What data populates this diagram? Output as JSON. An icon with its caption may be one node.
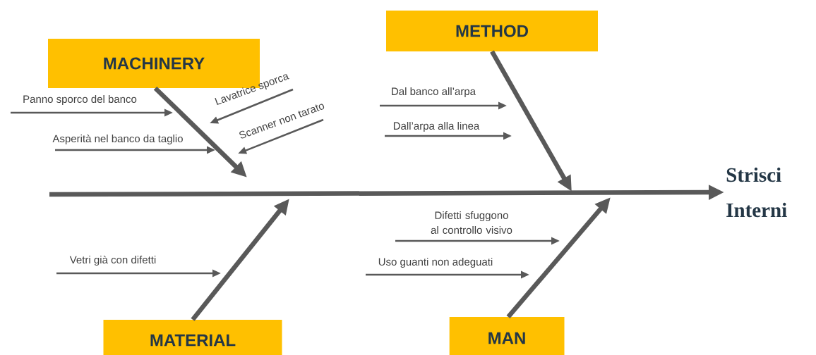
{
  "diagram": {
    "nodes": [
      {
        "text": [
          "MACHINERY"
        ]
      },
      {
        "text": [
          "METHOD"
        ]
      },
      {
        "text": [
          "MATERIAL"
        ]
      },
      {
        "text": [
          "MAN"
        ]
      },
      {
        "text": [
          "Strisci Interni"
        ]
      },
      {
        "text": [
          "Panno sporco del banco"
        ]
      },
      {
        "text": [
          "Asperità nel banco da taglio"
        ]
      },
      {
        "text": [
          "Lavatrice sporca"
        ]
      },
      {
        "text": [
          "Scanner non tarato"
        ]
      },
      {
        "text": [
          "Dal banco all’arpa"
        ]
      },
      {
        "text": [
          "Dall’arpa alla linea"
        ]
      },
      {
        "text": [
          "Vetri già con difetti"
        ]
      },
      {
        "text": [
          "Difetti sfuggono al controllo visivo"
        ]
      },
      {
        "text": [
          "Uso guanti non adeguati"
        ]
      }
    ],
    "edges": [
      {
        "from": null,
        "to": 4,
        "arrow": "to",
        "style": "thick"
      },
      {
        "from": 0,
        "to": null,
        "arrow": "to",
        "style": "thick"
      },
      {
        "from": 1,
        "to": null,
        "arrow": "to",
        "style": "thick"
      },
      {
        "from": 2,
        "to": null,
        "arrow": "to",
        "style": "thick"
      },
      {
        "from": 3,
        "to": null,
        "arrow": "to",
        "style": "thick"
      },
      {
        "from": 5,
        "to": null,
        "arrow": "to"
      },
      {
        "from": 6,
        "to": null,
        "arrow": "to"
      },
      {
        "from": 7,
        "to": null,
        "arrow": "to"
      },
      {
        "from": 8,
        "to": null,
        "arrow": "to"
      },
      {
        "from": 9,
        "to": null,
        "arrow": "to"
      },
      {
        "from": 10,
        "to": null,
        "arrow": "to"
      },
      {
        "from": 11,
        "to": null,
        "arrow": "to"
      },
      {
        "from": 12,
        "to": null,
        "arrow": "to"
      },
      {
        "from": 13,
        "to": null,
        "arrow": "to"
      }
    ]
  }
}
